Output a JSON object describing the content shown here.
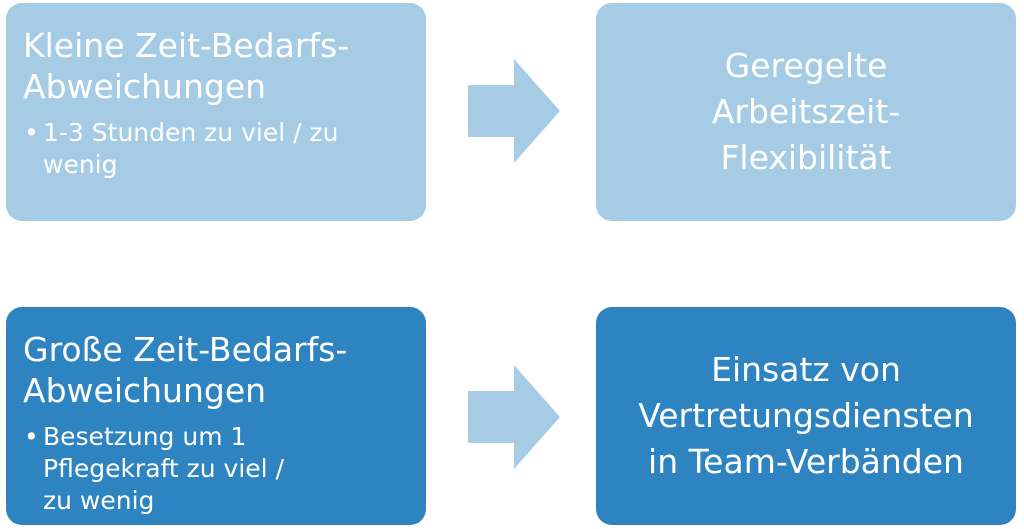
{
  "colors": {
    "light_box": "#a6cbe5",
    "dark_box": "#2e84c0",
    "arrow": "#a6cbe5",
    "text": "#ffffff"
  },
  "rows": [
    {
      "source": {
        "title_line1": "Kleine Zeit-Bedarfs-",
        "title_line2": "Abweichungen",
        "bullet_line1": "1-3 Stunden zu viel / zu",
        "bullet_line2": "wenig",
        "bullet_line3": ""
      },
      "target": {
        "line1": "Geregelte",
        "line2": "Arbeitszeit-",
        "line3": "Flexibilität"
      }
    },
    {
      "source": {
        "title_line1": "Große Zeit-Bedarfs-",
        "title_line2": "Abweichungen",
        "bullet_line1": "Besetzung um 1",
        "bullet_line2": "Pflegekraft zu viel /",
        "bullet_line3": "zu wenig"
      },
      "target": {
        "line1": "Einsatz von",
        "line2": "Vertretungsdiensten",
        "line3": "in Team-Verbänden"
      }
    }
  ]
}
